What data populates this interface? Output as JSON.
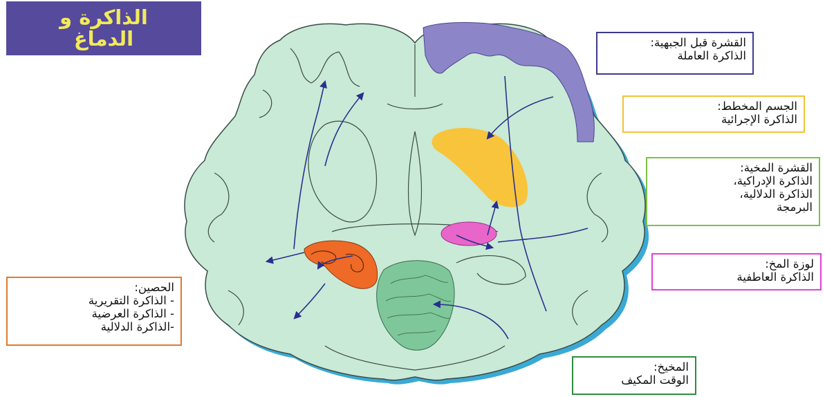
{
  "title": {
    "line1": "الذاكرة و",
    "line2": "الدماغ"
  },
  "labels": {
    "prefrontal": {
      "heading": "القشرة قبل الجبهية:",
      "lines": [
        "الذاكرة العاملة"
      ],
      "color": "#3d3a8f"
    },
    "striatum": {
      "heading": "الجسم المخطط:",
      "lines": [
        "الذاكرة الإجرائية"
      ],
      "color": "#efc431"
    },
    "neocortex": {
      "heading": "القشرة المخية:",
      "lines": [
        "الذاكرة الإدراكية،",
        "الذاكرة الدلالية،",
        "البرمجة"
      ],
      "color": "#7cc242"
    },
    "amygdala": {
      "heading": "لوزة المخ:",
      "lines": [
        "الذاكرة العاطفية"
      ],
      "color": "#e040d8"
    },
    "hippocampus": {
      "heading": "الحصين:",
      "lines": [
        "- الذاكرة التقريرية",
        "- الذاكرة العرضية",
        "-الذاكرة الدلالية"
      ],
      "color": "#e07a2c"
    },
    "cerebellum": {
      "heading": "المخيخ:",
      "lines": [
        "الوقت المكيف"
      ],
      "color": "#2e8b3e"
    }
  },
  "colors": {
    "title_bg": "#554a9c",
    "title_text": "#f2ea5a",
    "brain_fill": "#c9ead6",
    "brain_shadow": "#3aa9d6",
    "prefrontal_fill": "#8c86c8",
    "striatum_fill": "#f7c43c",
    "amygdala_fill": "#e866c9",
    "hippocampus_fill": "#ee6a26",
    "cerebellum_fill": "#7ec79a",
    "arrow": "#2a2f8f"
  }
}
